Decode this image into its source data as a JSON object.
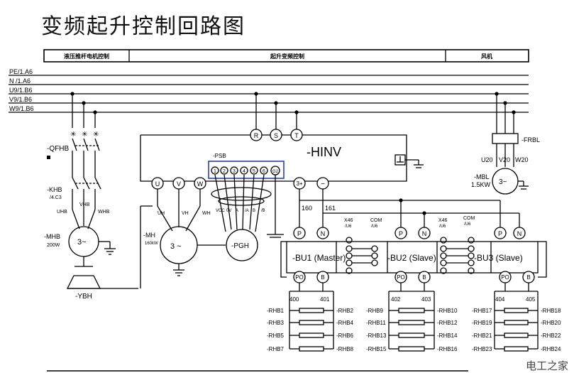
{
  "title": "变频起升控制回路图",
  "watermark": "电工之家",
  "header": [
    "液压推杆电机控制",
    "起升变频控制",
    "风机"
  ],
  "buses": [
    "PE/1.A6",
    "N /1.A6",
    "U9/1.B6",
    "V9/1.B6",
    "W9/1.B6"
  ],
  "labels": {
    "qfhb": "-QFHB",
    "khb": "-KHB",
    "khb_sub": "/4.C3",
    "uhb": "UHB",
    "vhb": "VHB",
    "whb": "WHB",
    "mhb": "-MHB",
    "mhb_power": "200W",
    "motor_3": "3~",
    "ybh": "-YBH",
    "hinv": "-HINV",
    "r": "R",
    "s": "S",
    "t": "T",
    "u": "U",
    "v": "V",
    "w": "W",
    "psb": "-PSB",
    "pg_terms": [
      "1",
      "2",
      "3",
      "4",
      "5",
      "6",
      "G2"
    ],
    "uh": "UH",
    "vh": "VH",
    "wh": "WH",
    "mh": "-MH",
    "mh_sub": "160kW",
    "motor_main": "3 ~",
    "pgh": "-PGH",
    "pg_wires": [
      "VCC",
      "0V",
      "A",
      "/A",
      "B",
      "/B"
    ],
    "dc_plus": "3+",
    "dc_minus": "−",
    "w160": "160",
    "w161": "161",
    "frbl": "-FRBL",
    "u20": "U20",
    "v20": "V20",
    "w20": "W20",
    "mbl": "-MBL",
    "mbl_power": "1.5KW",
    "motor_fan": "3~",
    "x46_1": "X46",
    "x46_1b": "/U6",
    "com_1": "COM",
    "com_1b": "/U6",
    "x46_2": "X46",
    "x46_2b": "/U6",
    "com_2": "COM",
    "com_2b": "/U6",
    "bu1": "-BU1 (Master)",
    "bu2": "-BU2 (Slave)",
    "bu3": "-BU3 (Slave)",
    "p": "P",
    "n": "N",
    "po": "PO",
    "b": "B",
    "t_num": [
      "1",
      "2",
      "3",
      "4",
      "5"
    ],
    "wires_bottom": [
      "400",
      "401",
      "402",
      "403",
      "404",
      "405"
    ],
    "rhb_left": [
      "-RHB1",
      "-RHB3",
      "-RHB5",
      "-RHB7",
      "-RHB9",
      "-RHB11",
      "-RHB13",
      "-RHB15",
      "-RHB17",
      "-RHB19",
      "-RHB21",
      "-RHB23"
    ],
    "rhb_right": [
      "-RHB2",
      "-RHB4",
      "-RHB6",
      "-RHB8",
      "-RHB10",
      "-RHB12",
      "-RHB14",
      "-RHB16",
      "-RHB18",
      "-RHB20",
      "-RHB22",
      "-RHB24"
    ]
  }
}
